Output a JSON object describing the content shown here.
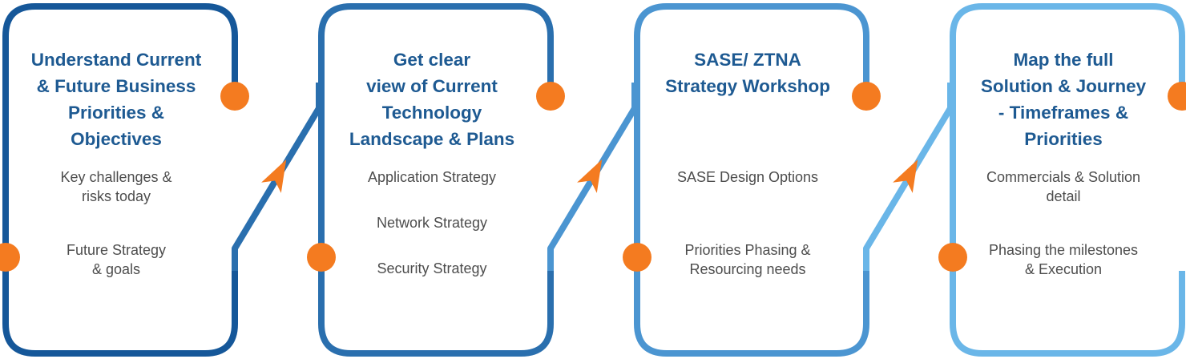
{
  "colors": {
    "frames": [
      "#155799",
      "#2a6fae",
      "#4b95d1",
      "#6ab6e8"
    ],
    "dot": "#f47b20",
    "title": "#1e5a92",
    "item": "#4d4d4d"
  },
  "stages": [
    {
      "title": "Understand Current\n& Future Business\nPriorities &\nObjectives",
      "items": [
        "Key challenges &\nrisks today",
        "Future Strategy\n& goals"
      ]
    },
    {
      "title": "Get clear\nview of Current\nTechnology\nLandscape & Plans",
      "items": [
        "Application Strategy",
        "Network Strategy",
        "Security Strategy"
      ]
    },
    {
      "title": "SASE/ ZTNA\nStrategy Workshop",
      "items": [
        "SASE Design Options",
        "Priorities Phasing &\nResourcing needs"
      ]
    },
    {
      "title": "Map the full\nSolution & Journey\n- Timeframes &\nPriorities",
      "items": [
        "Commercials & Solution\ndetail",
        "Phasing the milestones\n& Execution"
      ]
    }
  ]
}
